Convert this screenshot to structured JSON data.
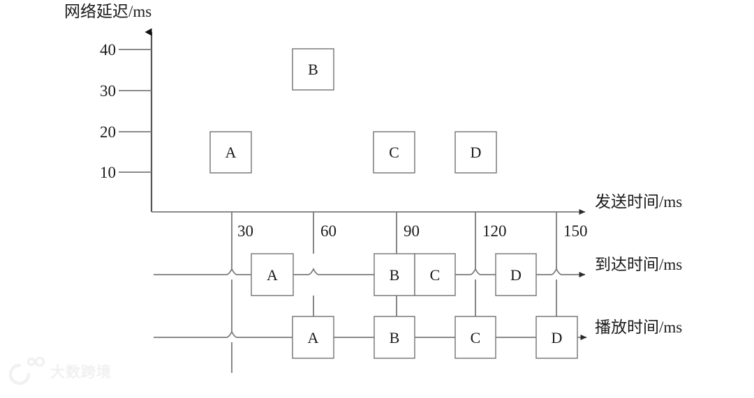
{
  "chart_data": {
    "type": "diagram",
    "title": "",
    "axes": [
      {
        "id": "network-delay",
        "orientation": "vertical",
        "label": "网络延迟/ms",
        "ticks": [
          "40",
          "30",
          "20",
          "10"
        ],
        "tick_values": [
          40,
          30,
          20,
          10
        ]
      },
      {
        "id": "send-time",
        "orientation": "horizontal",
        "label": "发送时间/ms",
        "ticks": [
          "30",
          "60",
          "90",
          "120",
          "150"
        ],
        "tick_values": [
          30,
          60,
          90,
          120,
          150
        ]
      },
      {
        "id": "arrival-time",
        "orientation": "horizontal",
        "label": "到达时间/ms",
        "ticks": [],
        "tick_values": []
      },
      {
        "id": "play-time",
        "orientation": "horizontal",
        "label": "播放时间/ms",
        "ticks": [],
        "tick_values": []
      }
    ],
    "delay_plot": {
      "xlabel": "发送时间/ms",
      "ylabel": "网络延迟/ms",
      "ylim": [
        0,
        45
      ],
      "xlim": [
        0,
        160
      ],
      "points": [
        {
          "name": "A",
          "send_time": 30,
          "delay": 15
        },
        {
          "name": "B",
          "send_time": 60,
          "delay": 35
        },
        {
          "name": "C",
          "send_time": 90,
          "delay": 15
        },
        {
          "name": "D",
          "send_time": 120,
          "delay": 15
        }
      ]
    },
    "arrival_timeline": {
      "label": "到达时间/ms",
      "packets": [
        {
          "name": "A",
          "arrival_time": 45
        },
        {
          "name": "B",
          "arrival_time": 95
        },
        {
          "name": "C",
          "arrival_time": 110
        },
        {
          "name": "D",
          "arrival_time": 135
        }
      ]
    },
    "play_timeline": {
      "label": "播放时间/ms",
      "packets": [
        {
          "name": "A",
          "play_time": 60
        },
        {
          "name": "B",
          "play_time": 90
        },
        {
          "name": "C",
          "play_time": 120
        },
        {
          "name": "D",
          "play_time": 150
        }
      ]
    }
  },
  "labels": {
    "y_axis_title": "网络延迟/ms",
    "send_axis_title": "发送时间/ms",
    "arrival_axis_title": "到达时间/ms",
    "play_axis_title": "播放时间/ms"
  },
  "y_ticks": [
    {
      "text": "40"
    },
    {
      "text": "30"
    },
    {
      "text": "20"
    },
    {
      "text": "10"
    }
  ],
  "x_ticks": [
    {
      "text": "30"
    },
    {
      "text": "60"
    },
    {
      "text": "90"
    },
    {
      "text": "120"
    },
    {
      "text": "150"
    }
  ],
  "delay_boxes": [
    {
      "text": "A"
    },
    {
      "text": "B"
    },
    {
      "text": "C"
    },
    {
      "text": "D"
    }
  ],
  "arrival_boxes": [
    {
      "text": "A"
    },
    {
      "text": "B"
    },
    {
      "text": "C"
    },
    {
      "text": "D"
    }
  ],
  "play_boxes": [
    {
      "text": "A"
    },
    {
      "text": "B"
    },
    {
      "text": "C"
    },
    {
      "text": "D"
    }
  ],
  "watermark": {
    "text": "大数跨境"
  },
  "colors": {
    "background": "#ffffff",
    "stroke": "#7a7a7a",
    "axis_stroke": "#555555",
    "text": "#1a1a1a",
    "watermark": "#f1f1f1"
  }
}
